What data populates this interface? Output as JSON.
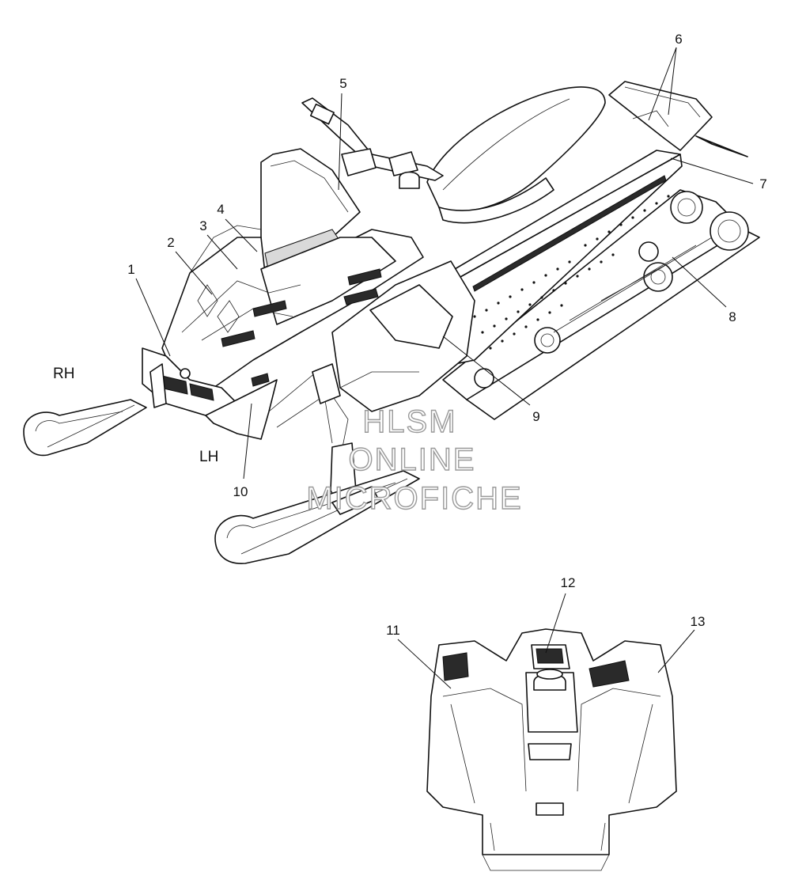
{
  "diagram": {
    "side_labels": {
      "rh": "RH",
      "lh": "LH"
    },
    "callouts": [
      "1",
      "2",
      "3",
      "4",
      "5",
      "6",
      "7",
      "8",
      "9",
      "10",
      "11",
      "12",
      "13"
    ],
    "watermark": [
      "HLSM",
      "ONLINE",
      "MICROFICHE"
    ]
  }
}
